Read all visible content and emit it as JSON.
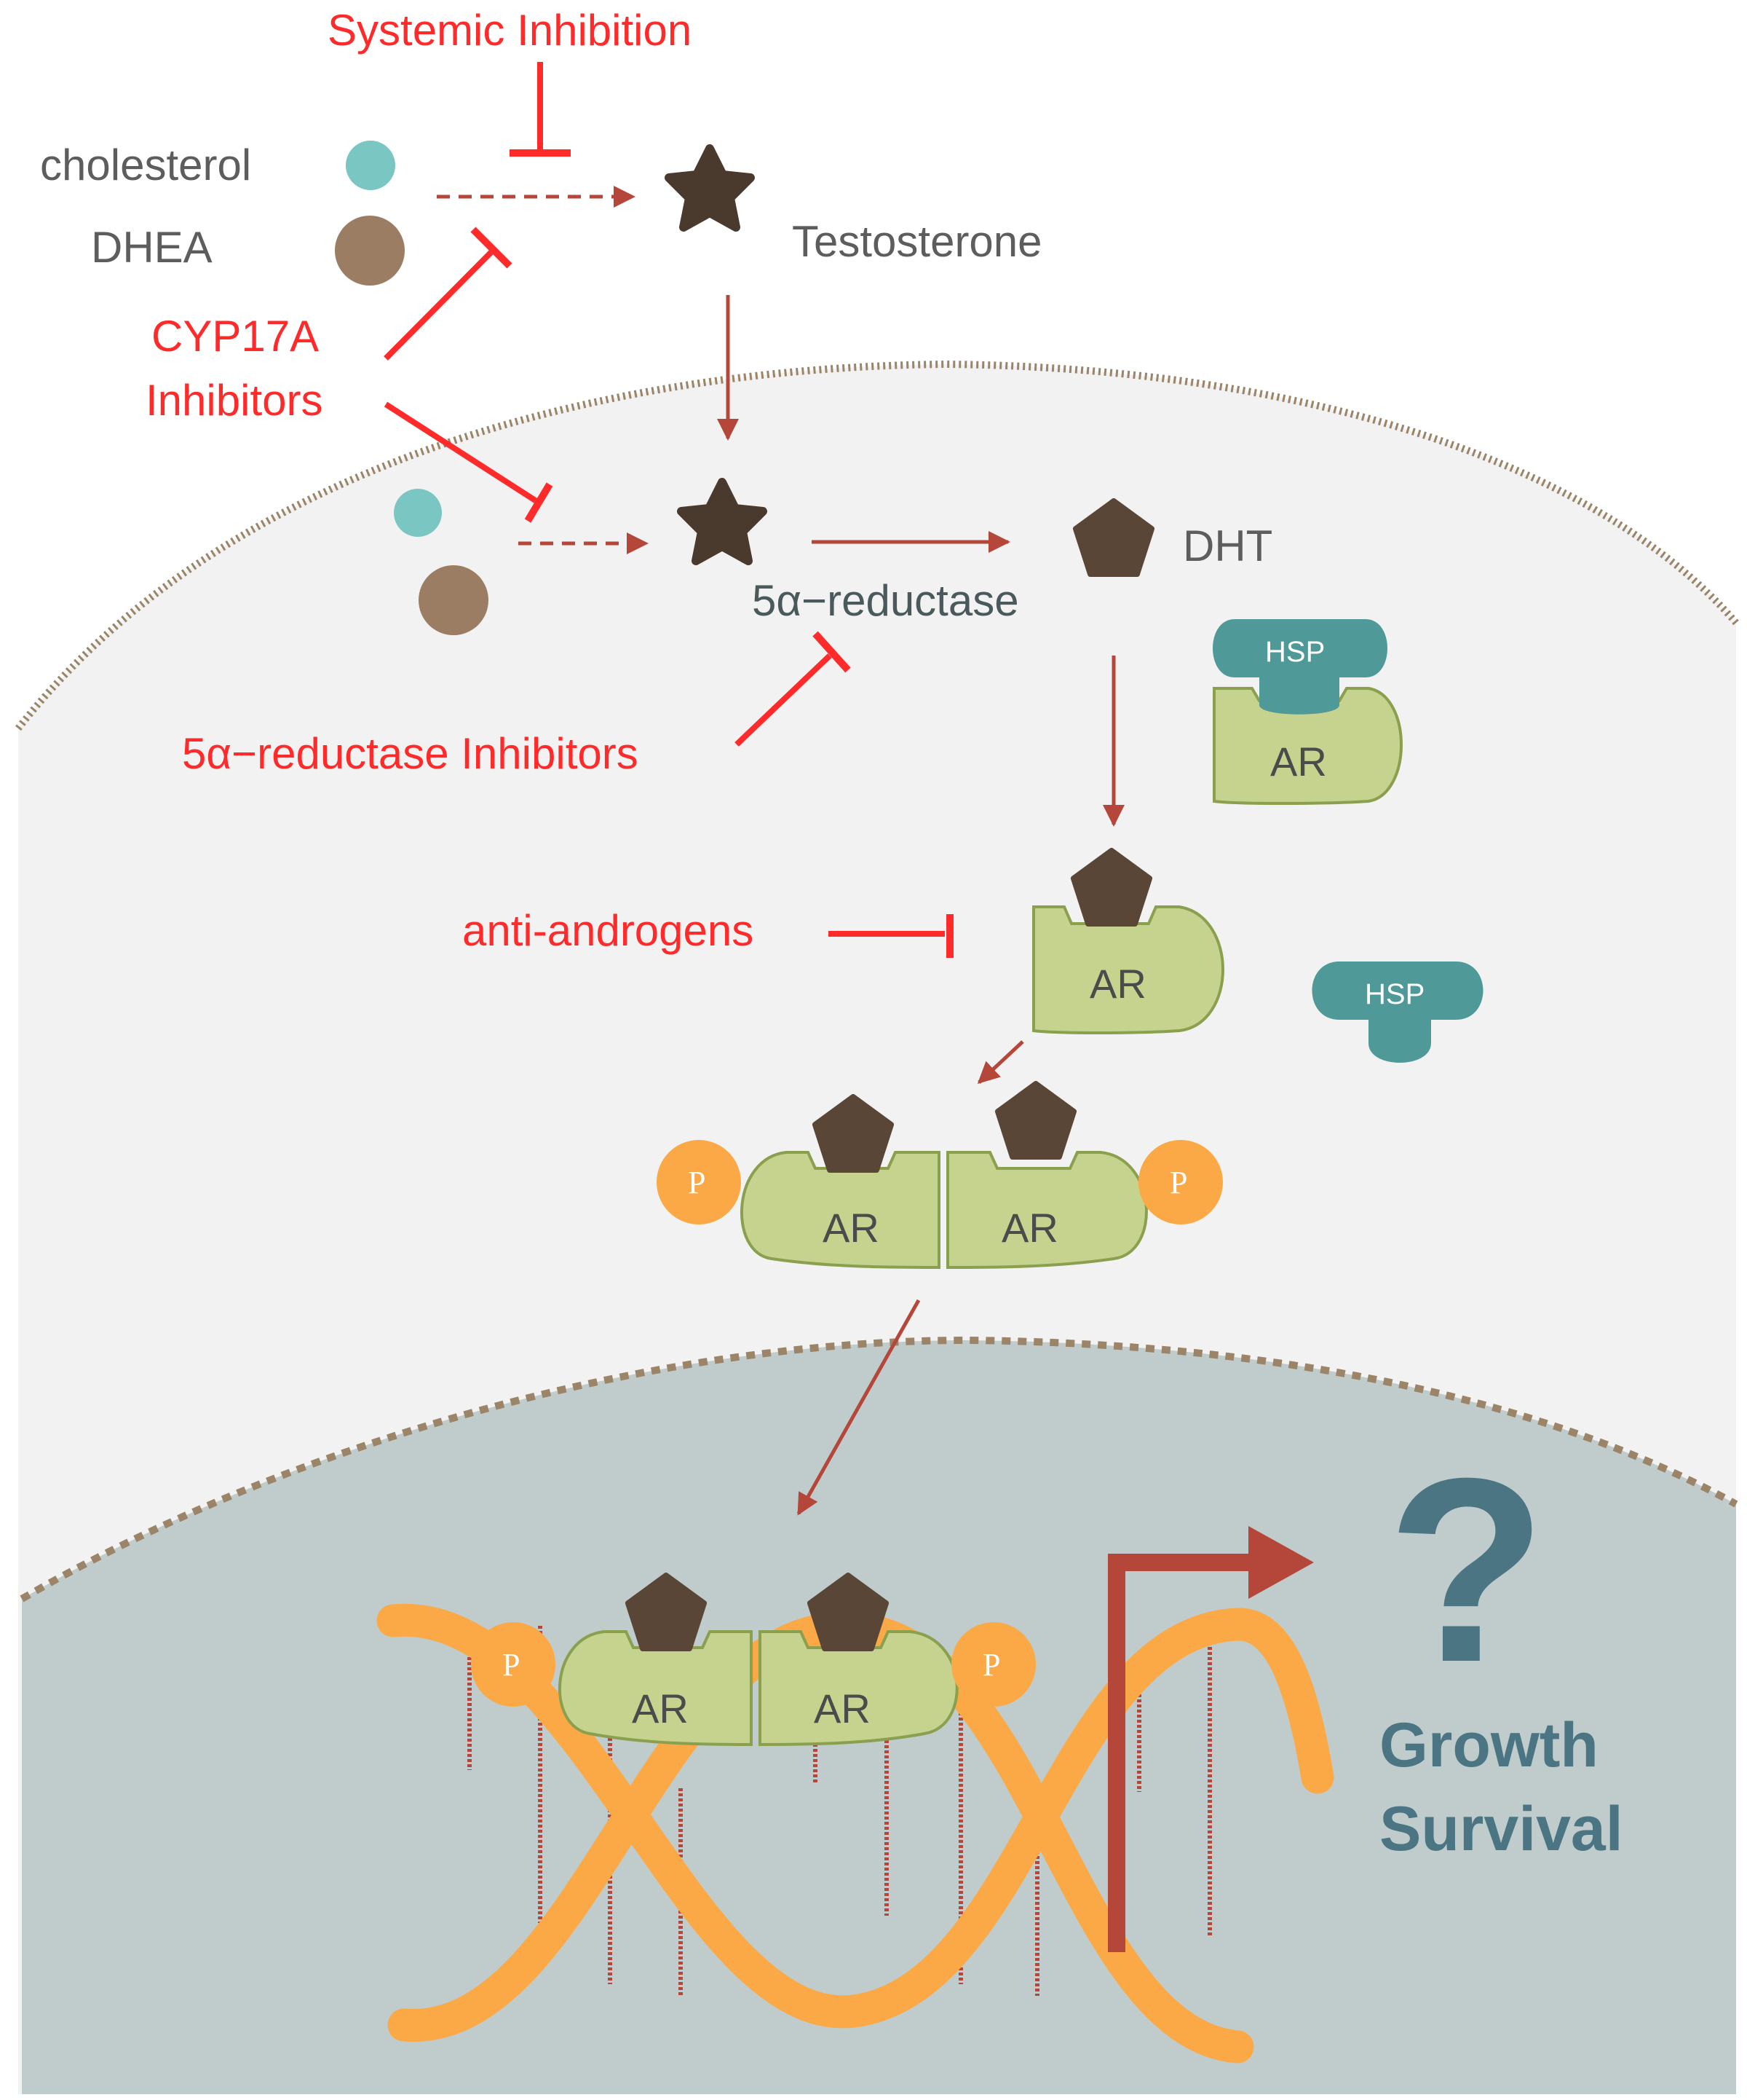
{
  "labels": {
    "systemic_inhibition": "Systemic Inhibition",
    "cholesterol": "cholesterol",
    "dhea": "DHEA",
    "testosterone": "Testosterone",
    "cyp17a_line1": "CYP17A",
    "cyp17a_line2": "Inhibitors",
    "dht": "DHT",
    "five_alpha_reductase": "5α−reductase",
    "five_alpha_reductase_inhibitors": "5α−reductase Inhibitors",
    "anti_androgens": "anti-androgens",
    "ar": "AR",
    "hsp": "HSP",
    "phospho": "P",
    "question_mark": "?",
    "growth": "Growth",
    "survival": "Survival"
  },
  "colors": {
    "activation_arrow": "#b5473a",
    "inhibition": "#ff2a2a",
    "membrane": "#9b8467",
    "cytoplasm": "#f2f2f2",
    "nucleus": "#c0cccc",
    "androgen": "#5a4636",
    "ar_receptor": "#c6d38e",
    "hsp": "#4f9a98",
    "phosphate": "#fba946",
    "dna": "#fba946",
    "cholesterol": "#7ac6c3",
    "dhea": "#9a7d62",
    "outcome_text": "#4b7583"
  }
}
